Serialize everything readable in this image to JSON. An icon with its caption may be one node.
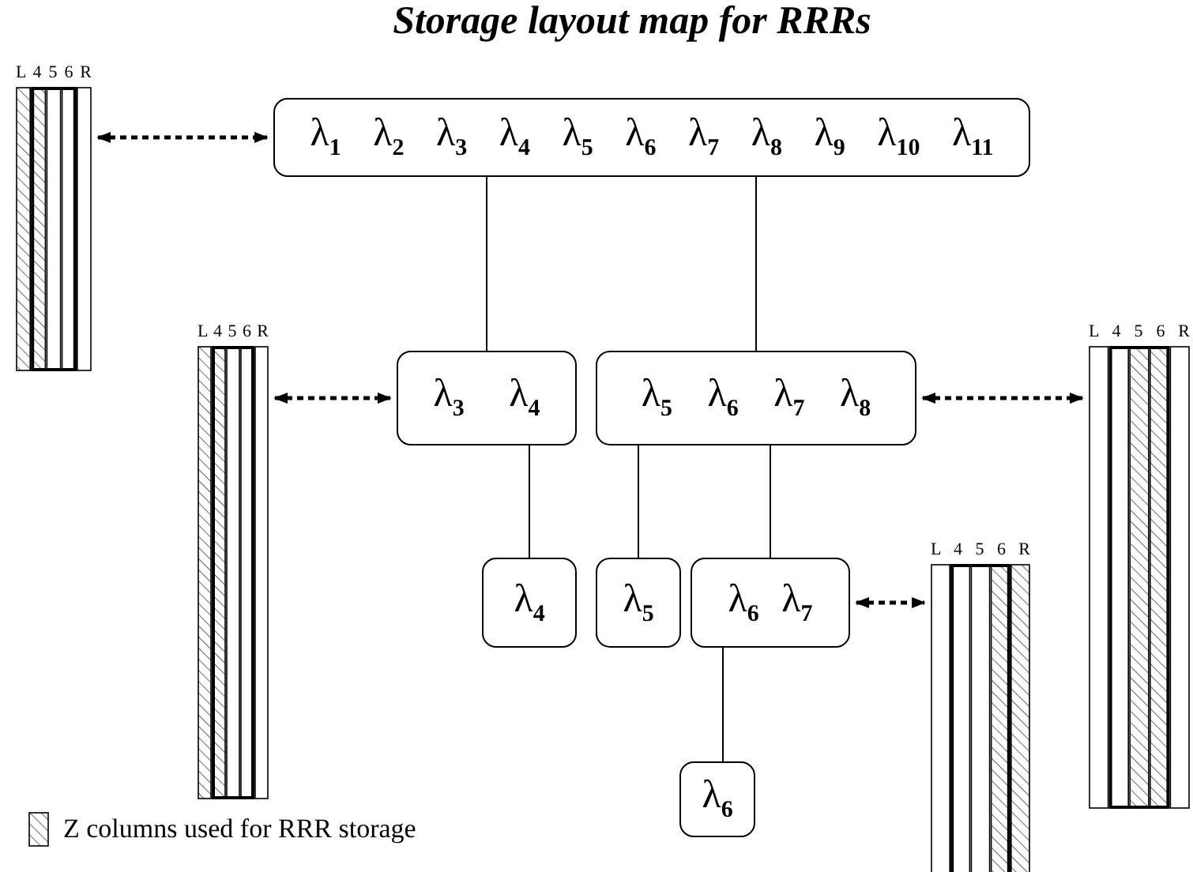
{
  "diagram": {
    "title": "Storage layout map for RRRs",
    "nodes": [
      {
        "text": [
          "L 4 5 6 R"
        ]
      },
      {
        "text": [
          "λ$_{1}$ λ$_{2}$ λ$_{3}$ λ$_{4}$ λ$_{5}$ λ$_{6}$ λ$_{7}$ λ$_{8}$ λ$_{9}$ λ$_{10}$ λ$_{11}$"
        ]
      },
      {
        "text": [
          "L 4 5 6 R"
        ]
      },
      {
        "text": [
          "λ$_{3}$ λ$_{4}$"
        ]
      },
      {
        "text": [
          "λ$_{5}$ λ$_{6}$ λ$_{7}$ λ$_{8}$"
        ]
      },
      {
        "text": [
          "L 4 5 6 R"
        ]
      },
      {
        "text": [
          "λ$_{4}$"
        ]
      },
      {
        "text": [
          "λ$_{5}$"
        ]
      },
      {
        "text": [
          "λ$_{6}$ λ$_{7}$"
        ]
      },
      {
        "text": [
          "L 4 5 6 R"
        ]
      },
      {
        "text": [
          "λ$_{6}$"
        ]
      }
    ],
    "edges": [
      {
        "from": 0,
        "to": 1,
        "arrow": "both",
        "style": "dashed"
      },
      {
        "from": 1,
        "to": 3,
        "arrow": "none"
      },
      {
        "from": 1,
        "to": 4,
        "arrow": "none"
      },
      {
        "from": 2,
        "to": 3,
        "arrow": "both",
        "style": "dashed"
      },
      {
        "from": 4,
        "to": 5,
        "arrow": "both",
        "style": "dashed"
      },
      {
        "from": 3,
        "to": 6,
        "arrow": "none"
      },
      {
        "from": 4,
        "to": 7,
        "arrow": "none"
      },
      {
        "from": 4,
        "to": 8,
        "arrow": "none"
      },
      {
        "from": 8,
        "to": 9,
        "arrow": "both",
        "style": "dashed"
      },
      {
        "from": 8,
        "to": 10,
        "arrow": "none"
      }
    ],
    "legend": [
      {
        "text": "Z columns used for RRR storage"
      }
    ]
  }
}
